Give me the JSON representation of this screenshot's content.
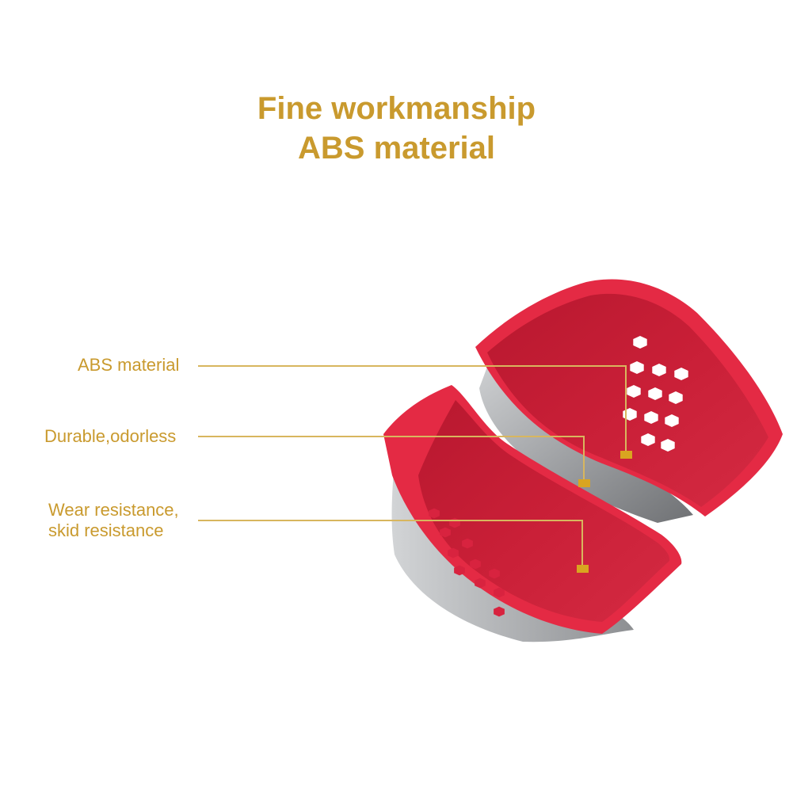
{
  "headline": {
    "line1": "Fine workmanship",
    "line2": "ABS material"
  },
  "callouts": [
    {
      "lines": [
        "ABS material"
      ]
    },
    {
      "lines": [
        "Durable,odorless"
      ]
    },
    {
      "lines": [
        "Wear resistance,",
        "skid resistance"
      ]
    }
  ],
  "colors": {
    "accent": "#c99a2e",
    "leader_line": "#d8b65e",
    "marker": "#d9a520",
    "pad_red": "#d8233f",
    "pad_inner_red": "#c51d34",
    "shell_grey": "#8a8c8f",
    "shell_light": "#c9cbcd"
  },
  "product": {
    "description_icon": "split-heel-pad-illustration"
  }
}
